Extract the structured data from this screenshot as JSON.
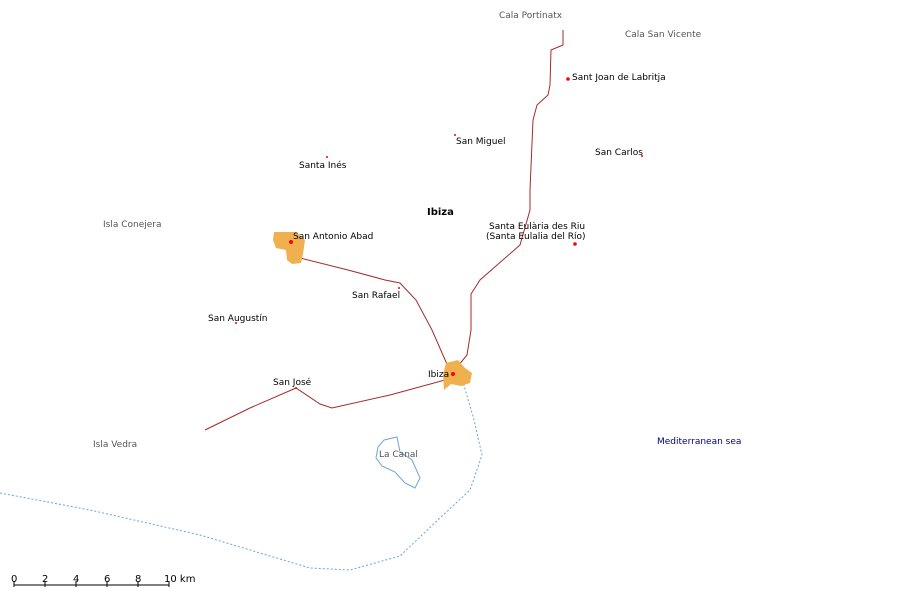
{
  "map": {
    "island_name": "Ibiza",
    "sea_name": "Mediterranean sea",
    "places": {
      "cala_portinatx": "Cala Portinatx",
      "cala_san_vicente": "Cala San Vicente",
      "sant_joan": "Sant Joan de Labritja",
      "san_miguel": "San Miguel",
      "san_carlos": "San Carlos",
      "santa_ines": "Santa Inés",
      "isla_conejera": "Isla Conejera",
      "san_antonio": "San Antonio Abad",
      "santa_eularia_1": "Santa Eulària des Riu",
      "santa_eularia_2": "(Santa Eulalia del Río)",
      "san_rafael": "San Rafael",
      "san_augustin": "San Augustín",
      "ibiza_town": "Ibiza",
      "san_jose": "San José",
      "isla_vedra": "Isla Vedra",
      "la_canal": "La Canal"
    },
    "scale": {
      "ticks": [
        "0",
        "2",
        "4",
        "6",
        "8",
        "10 km"
      ]
    },
    "colors": {
      "road": "#a52a2a",
      "urban": "#f0b050",
      "town_dot": "#ff0000",
      "water": "#6aa6d8",
      "sea_label": "#00008b",
      "background": "#ffffff"
    }
  }
}
